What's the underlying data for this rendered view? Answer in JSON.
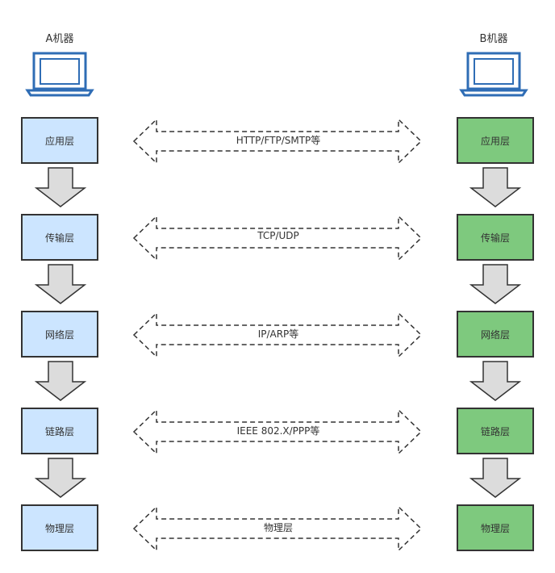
{
  "machines": {
    "a": "A机器",
    "b": "B机器"
  },
  "layers_a": [
    "应用层",
    "传输层",
    "网络层",
    "链路层",
    "物理层"
  ],
  "layers_b": [
    "应用层",
    "传输层",
    "网络层",
    "链路层",
    "物理层"
  ],
  "protocols": [
    "HTTP/FTP/SMTP等",
    "TCP/UDP",
    "IP/ARP等",
    "IEEE 802.X/PPP等",
    "物理层"
  ],
  "colors": {
    "machine_a_layer": "#cce5ff",
    "machine_b_layer": "#7ec97e",
    "laptop_icon": "#2f6db5",
    "arrow_fill": "#dcdcdc",
    "border": "#333333"
  }
}
